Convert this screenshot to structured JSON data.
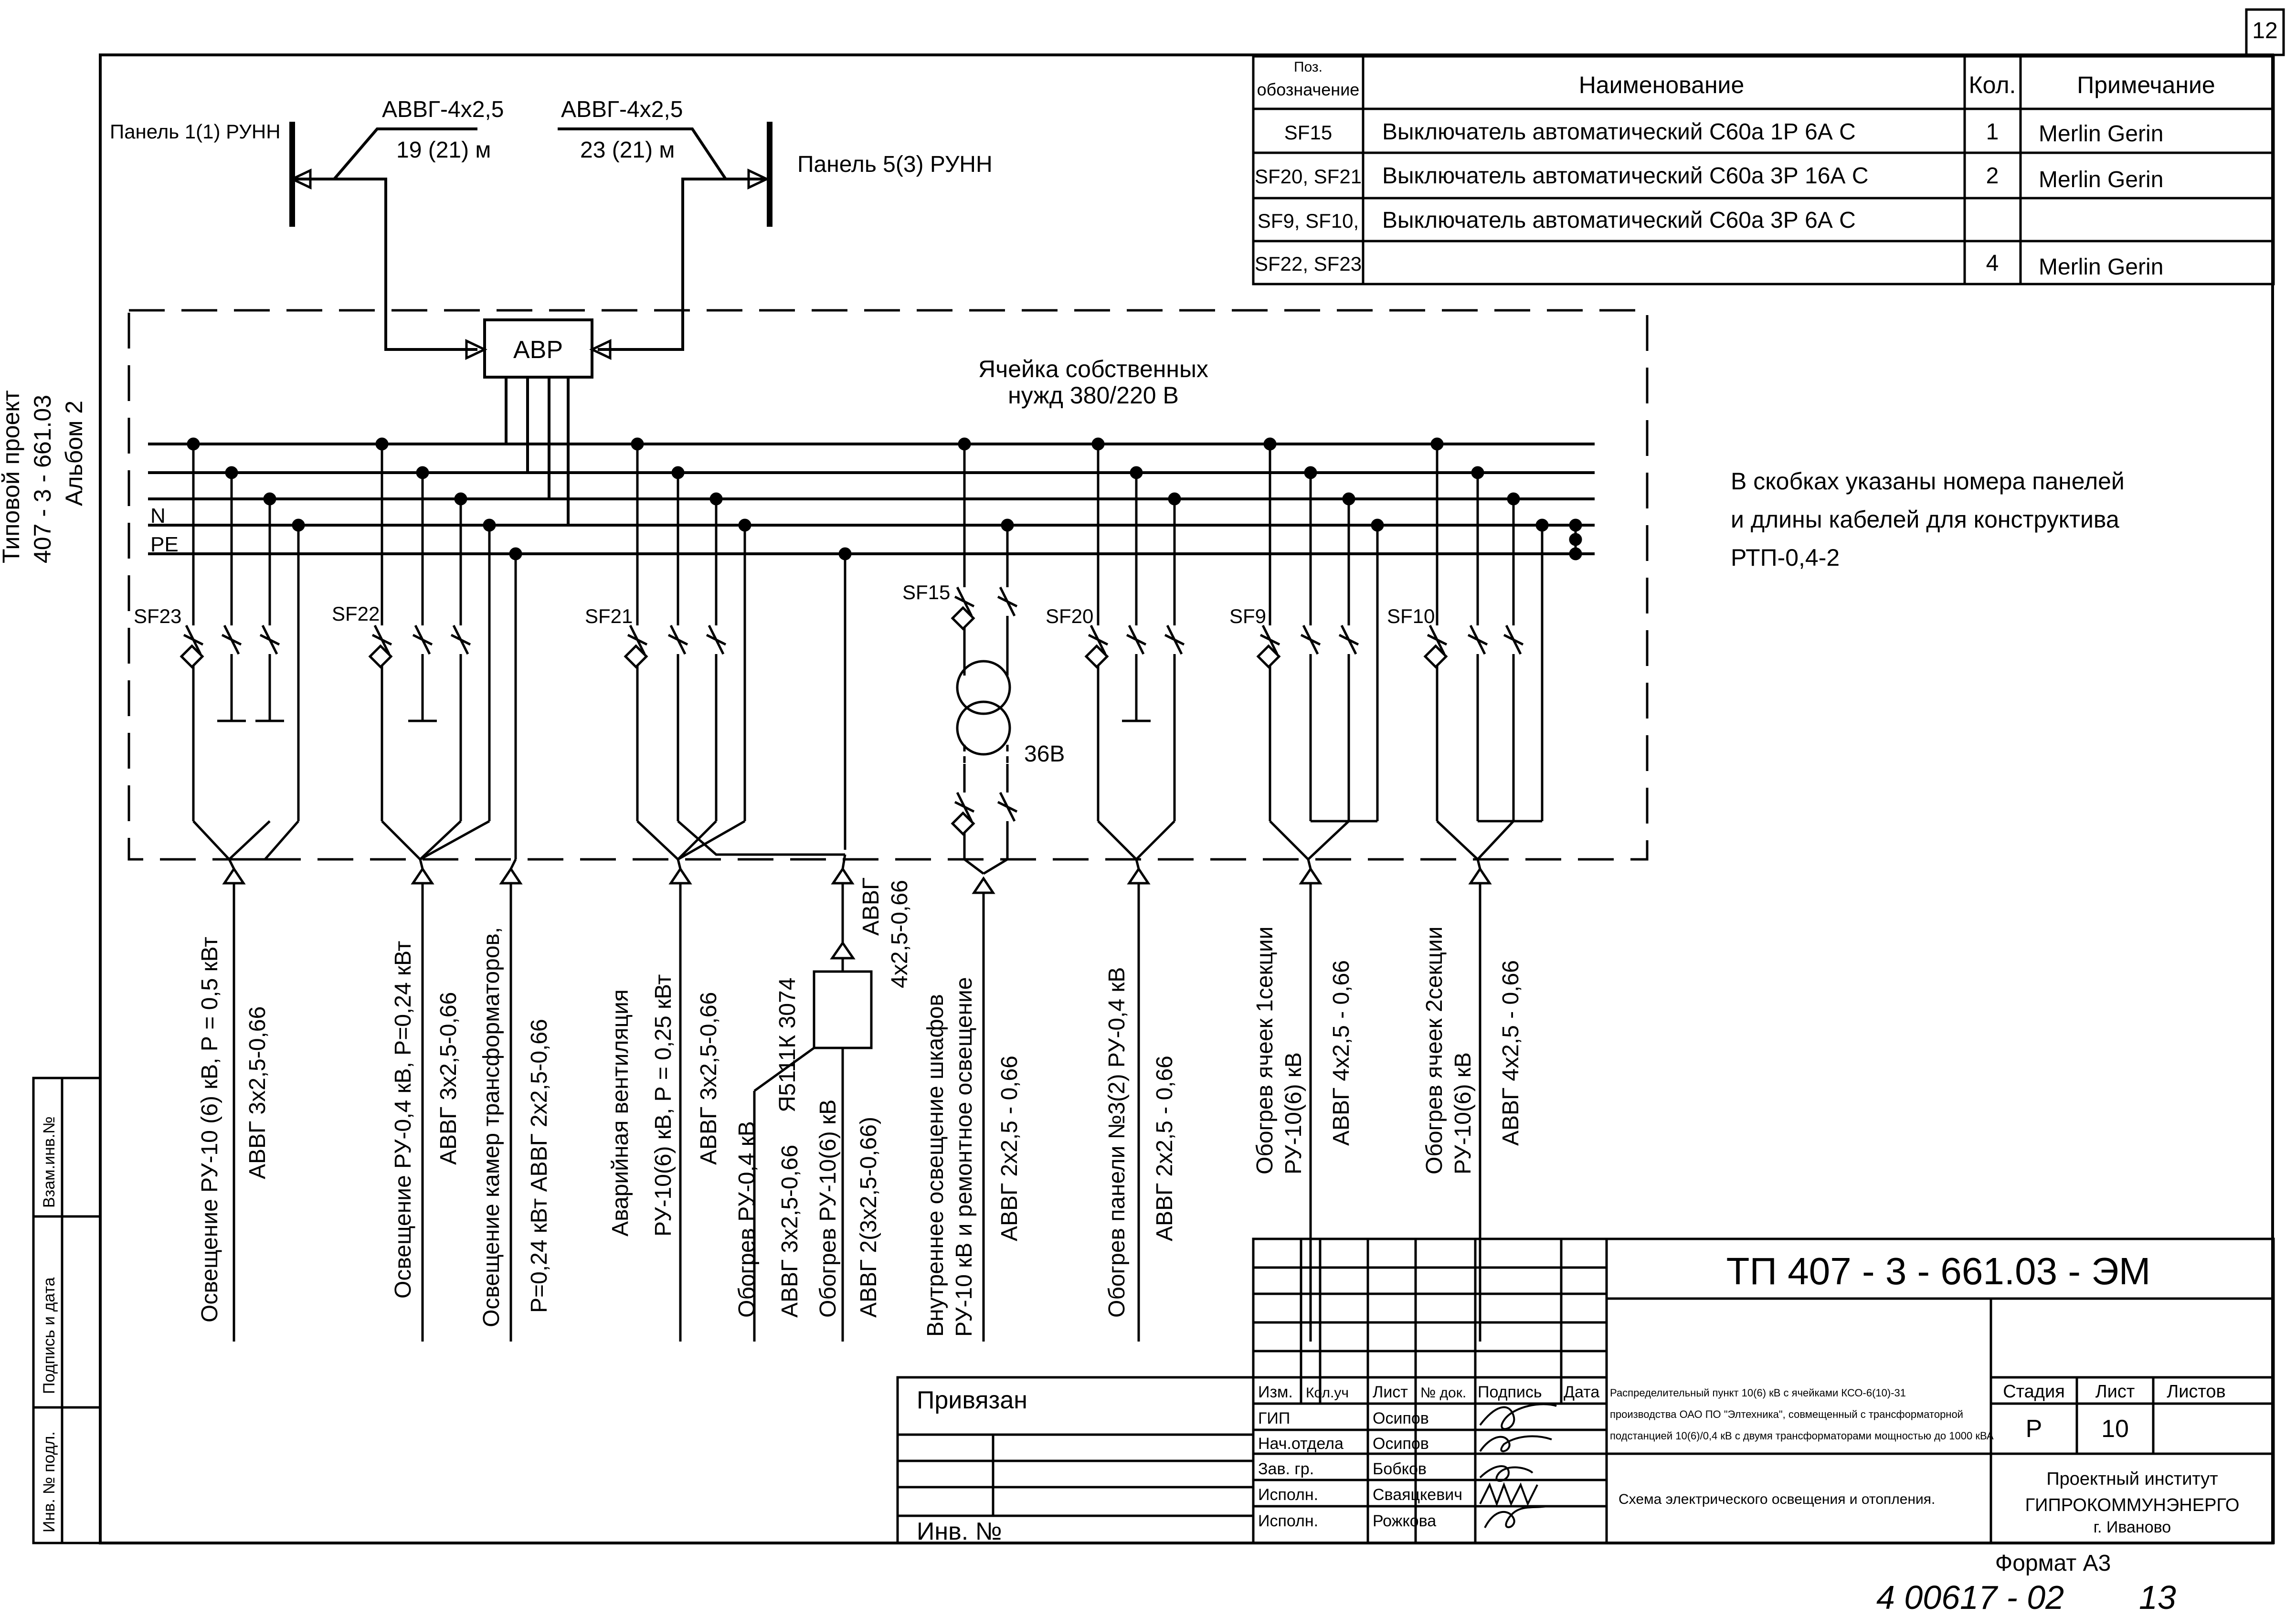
{
  "sheet_number": "12",
  "side_stamp": {
    "line1": "Типовой проект",
    "line2": "407 - 3 - 661.03",
    "line3": "Альбом   2",
    "cells": [
      "Инв. № подл.",
      "Подпись и дата",
      "Взам.инв.№"
    ]
  },
  "spec_table": {
    "headers": [
      "Поз. обозначение",
      "Наименование",
      "Кол.",
      "Примечание"
    ],
    "header_pos_line1": "Поз.",
    "header_pos_line2": "обозначение",
    "rows": [
      [
        "SF15",
        "Выключатель автоматический С60а 1Р 6А С",
        "1",
        "Merlin Gerin"
      ],
      [
        "SF20, SF21",
        "Выключатель автоматический С60а 3Р 16А С",
        "2",
        "Merlin Gerin"
      ],
      [
        "SF9, SF10,",
        "Выключатель автоматический С60а 3Р 6А С",
        "",
        ""
      ],
      [
        "SF22, SF23",
        "",
        "4",
        "Merlin Gerin"
      ]
    ]
  },
  "diagram": {
    "panel_left": "Панель 1(1) РУНН",
    "panel_right": "Панель 5(3)  РУНН",
    "cable_left": "АВВГ-4х2,5",
    "len_left": "19 (21) м",
    "cable_right": "АВВГ-4х2,5",
    "len_right": "23 (21) м",
    "avr": "АВР",
    "cell_title_1": "Ячейка собственных",
    "cell_title_2": "нужд 380/220 В",
    "bus_n": "N",
    "bus_pe": "PE",
    "transformer_voltage": "36В",
    "note_1": "В скобках указаны номера панелей",
    "note_2": "и длины кабелей для конструктива",
    "note_3": "РТП-0,4-2",
    "breakers": [
      "SF23",
      "SF22",
      "SF21",
      "SF15",
      "SF20",
      "SF9",
      "SF10"
    ],
    "feeders": [
      "Освещение РУ-10 (6) кВ, Р = 0,5 кВт",
      "АВВГ 3х2,5-0,66",
      "Освещение РУ-0,4 кВ, Р=0,24 кВт",
      "АВВГ 3х2,5-0,66",
      "Освещение камер трансформаторов,",
      "Р=0,24 кВт АВВГ 2х2,5-0,66",
      "Аварийная вентиляция",
      "РУ-10(6) кВ, Р = 0,25 кВт",
      "АВВГ 3х2,5-0,66",
      "Обогрев РУ-0,4 кВ",
      "АВВГ 3х2,5-0,66",
      "Я5111К 3074",
      "Обогрев РУ-10(6) кВ",
      "АВВГ 2(3х2,5-0,66)",
      "АВВГ",
      "4х2,5-0,66",
      "Внутреннее освещение шкафов",
      "РУ-10 кВ и ремонтное освещение",
      "АВВГ 2х2,5 - 0,66",
      "Обогрев панели №3(2) РУ-0,4 кВ",
      "АВВГ 2х2,5 - 0,66",
      "Обогрев ячеек 1секции",
      "РУ-10(6) кВ",
      "АВВГ 4х2,5 - 0,66",
      "Обогрев ячеек 2секции",
      "РУ-10(6) кВ",
      "АВВГ 4х2,5 - 0,66"
    ]
  },
  "title_block": {
    "doc_code": "ТП  407 - 3 - 661.03 - ЭМ",
    "privyazan": "Привязан",
    "inv_no": "Инв. №",
    "col_headers": [
      "Изм.",
      "Кол.уч",
      "Лист",
      "№ док.",
      "Подпись",
      "Дата"
    ],
    "roles": [
      "ГИП",
      "Нач.отдела",
      "Зав. гр.",
      "Исполн.",
      "Исполн."
    ],
    "names": [
      "Осипов",
      "Осипов",
      "Бобков",
      "Сваяцкевич",
      "Рожкова"
    ],
    "description_1": "Распределительный пункт 10(6) кВ с ячейками КСО-6(10)-31",
    "description_2": "производства ОАО ПО \"Элтехника\", совмещенный с трансформаторной",
    "description_3": "подстанцией 10(6)/0,4 кВ с двумя трансформаторами мощностью до 1000 кВА",
    "sheet_title": "Схема электрического освещения и отопления.",
    "stage_label": "Стадия",
    "sheet_label": "Лист",
    "sheets_label": "Листов",
    "stage": "Р",
    "sheet": "10",
    "sheets": "",
    "org_1": "Проектный институт",
    "org_2": "ГИПРОКОММУНЭНЕРГО",
    "org_3": "г. Иваново",
    "format": "Формат А3",
    "handwritten": "4 00617 - 02",
    "handwritten_page": "13"
  }
}
